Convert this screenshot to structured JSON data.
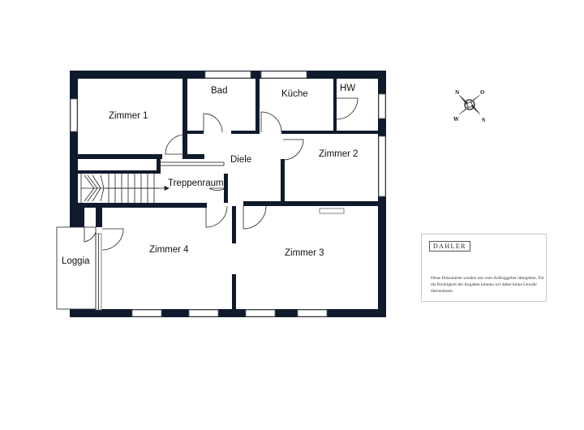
{
  "rooms": {
    "bad": "Bad",
    "kueche": "Küche",
    "hw": "HW",
    "zimmer1": "Zimmer 1",
    "diele": "Diele",
    "zimmer2": "Zimmer 2",
    "treppenraum": "Treppenraum",
    "zimmer4": "Zimmer 4",
    "zimmer3": "Zimmer 3",
    "loggia": "Loggia"
  },
  "compass": {
    "n": "N",
    "o": "O",
    "w": "W",
    "s": "S"
  },
  "note": {
    "logo": "DAHLER",
    "text": "Diese Dokumente wurden uns vom Auftraggeber übergeben. Für die Richtigkeit der Angaben können wir daher keine Gewähr übernehmen."
  },
  "colors": {
    "wall": "#0f1a2c",
    "line": "#222222",
    "window": "#666666"
  }
}
